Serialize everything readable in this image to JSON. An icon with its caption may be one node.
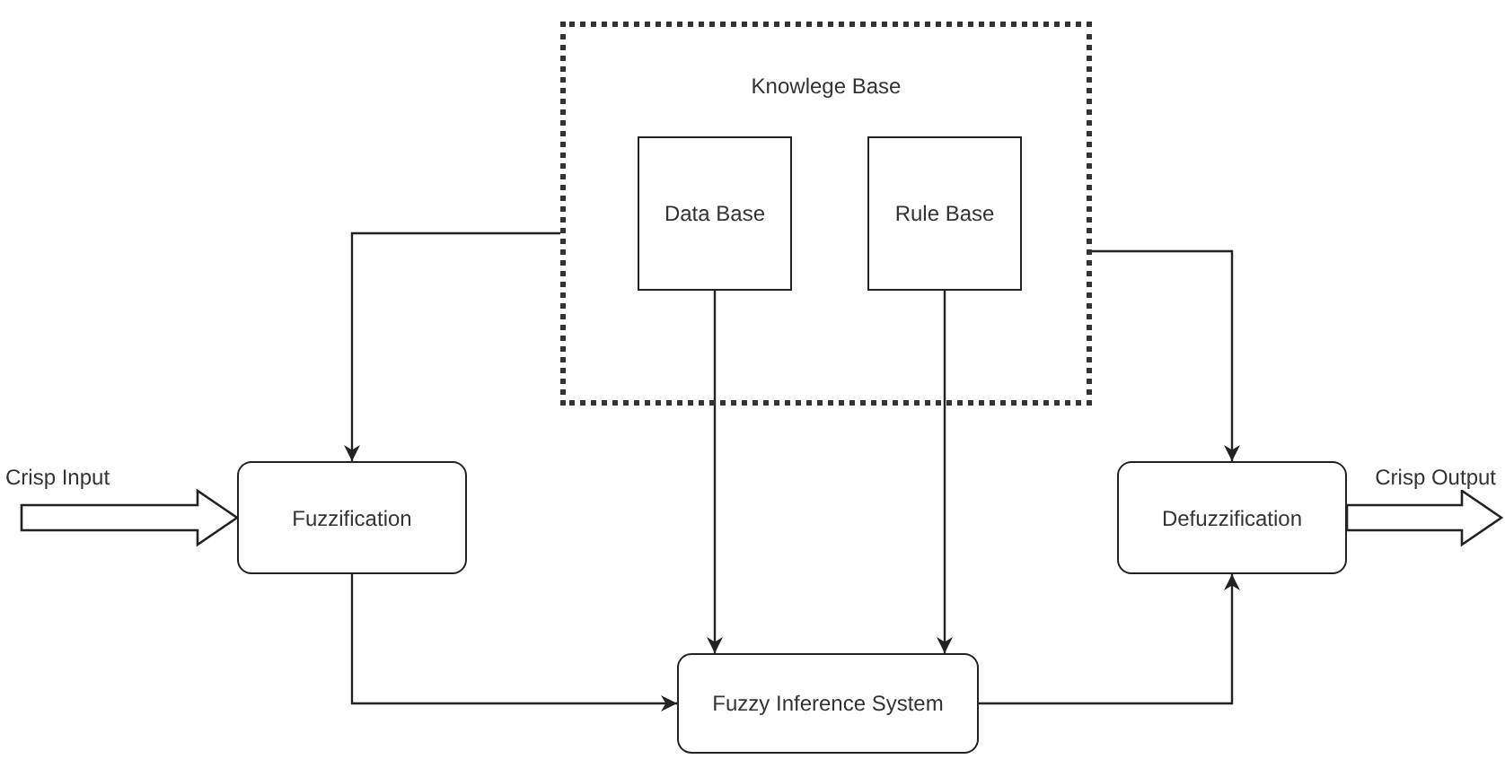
{
  "diagram": {
    "nodes": [
      {
        "text": [
          "Knowlege Base"
        ]
      },
      {
        "text": [
          "Data Base"
        ],
        "in": 0
      },
      {
        "text": [
          "Rule Base"
        ],
        "in": 0
      },
      {
        "text": [
          "Fuzzification"
        ]
      },
      {
        "text": [
          "Defuzzification"
        ]
      },
      {
        "text": [
          "Fuzzy Inference System"
        ]
      }
    ],
    "edges": [
      {
        "from": 0,
        "to": 3,
        "arrow": "to"
      },
      {
        "from": 1,
        "to": 5,
        "arrow": "to"
      },
      {
        "from": 2,
        "to": 5,
        "arrow": "to"
      },
      {
        "from": 0,
        "to": 4,
        "arrow": "to"
      },
      {
        "from": 3,
        "to": 5,
        "arrow": "to"
      },
      {
        "from": 5,
        "to": 4,
        "arrow": "to"
      },
      {
        "from": null,
        "to": 3,
        "arrow": "to",
        "label": "Crisp Input",
        "style": "thick"
      },
      {
        "from": 4,
        "to": null,
        "arrow": "to",
        "label": "Crisp Output",
        "style": "thick"
      }
    ]
  }
}
